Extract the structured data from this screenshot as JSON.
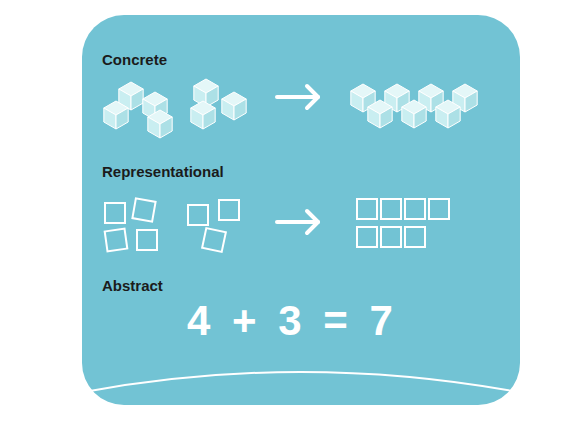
{
  "diagram": {
    "nodes": [
      {
        "text": [
          "Concrete",
          "Representational",
          "Abstract",
          "4 + 3 = 7"
        ]
      }
    ]
  }
}
